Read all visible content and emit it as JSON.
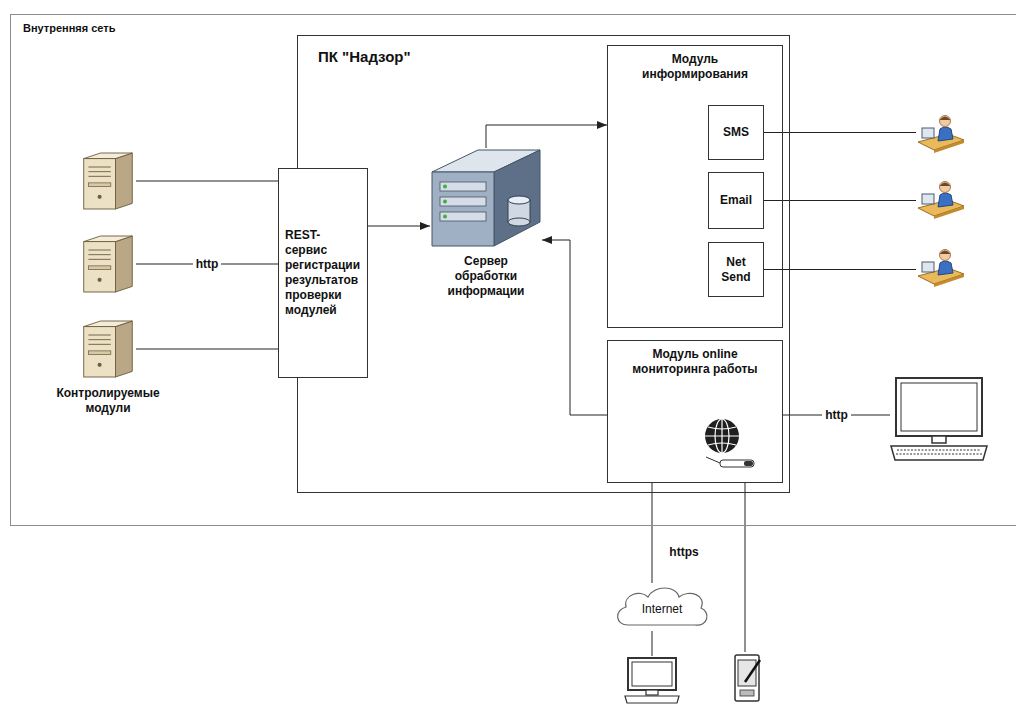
{
  "diagram": {
    "nodes": [
      {
        "text": [
          "Внутренняя сеть"
        ]
      },
      {
        "text": [
          "ПК \"Надзор\""
        ],
        "in": 0
      },
      {
        "text": [],
        "in": 0
      },
      {
        "text": [],
        "in": 0
      },
      {
        "text": [
          "Контролируемые модули"
        ],
        "in": 0
      },
      {
        "text": [
          "REST-сервис регистрации результатов проверки модулей"
        ],
        "in": 1
      },
      {
        "text": [
          "Сервер обработки информации"
        ],
        "in": 1
      },
      {
        "text": [
          "Модуль информирования"
        ],
        "in": 1
      },
      {
        "text": [
          "SMS"
        ],
        "in": 7
      },
      {
        "text": [
          "Email"
        ],
        "in": 7
      },
      {
        "text": [
          "Net Send"
        ],
        "in": 7
      },
      {
        "text": [
          "Модуль online мониторинга работы"
        ],
        "in": 1
      },
      {
        "text": [],
        "in": 0
      },
      {
        "text": [],
        "in": 0
      },
      {
        "text": [],
        "in": 0
      },
      {
        "text": [],
        "in": 0
      },
      {
        "text": [
          "Internet"
        ]
      },
      {
        "text": []
      },
      {
        "text": []
      }
    ],
    "edges": [
      {
        "from": 2,
        "to": 5,
        "arrow": "none"
      },
      {
        "from": 3,
        "to": 5,
        "label": "http",
        "arrow": "none"
      },
      {
        "from": 4,
        "to": 5,
        "arrow": "none"
      },
      {
        "from": 5,
        "to": 6,
        "arrow": "to"
      },
      {
        "from": 6,
        "to": 7,
        "arrow": "to"
      },
      {
        "from": 11,
        "to": 6,
        "arrow": "to"
      },
      {
        "from": 8,
        "to": 12,
        "arrow": "none"
      },
      {
        "from": 9,
        "to": 13,
        "arrow": "none"
      },
      {
        "from": 10,
        "to": 14,
        "arrow": "none"
      },
      {
        "from": 11,
        "to": 15,
        "label": "http",
        "arrow": "none"
      },
      {
        "from": 11,
        "to": 16,
        "label": "https",
        "arrow": "none"
      },
      {
        "from": 16,
        "to": 17,
        "arrow": "none"
      },
      {
        "from": 11,
        "to": 18,
        "arrow": "none"
      }
    ]
  }
}
